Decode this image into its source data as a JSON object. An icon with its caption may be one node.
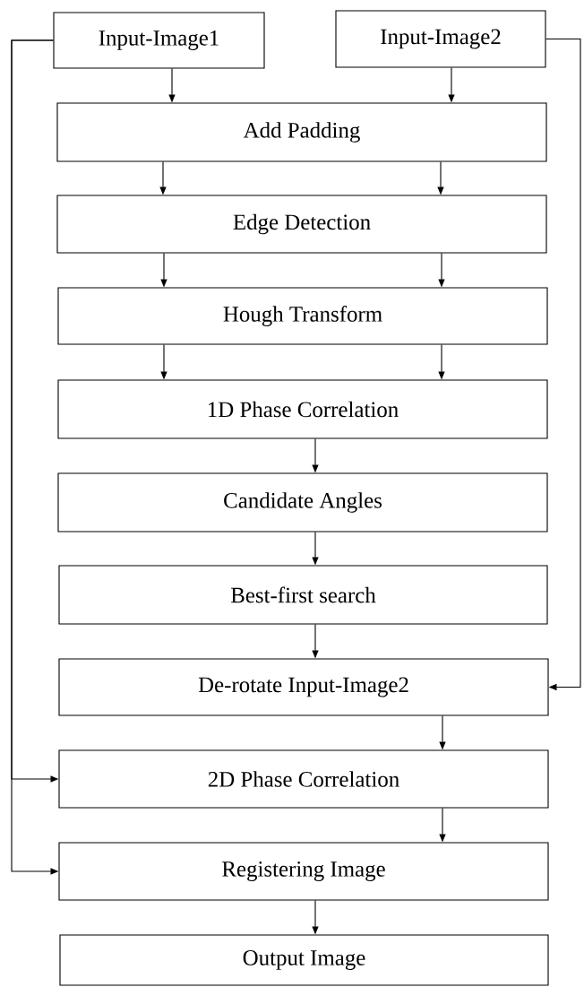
{
  "diagram": {
    "nodes": [
      {
        "text": [
          "Input-Image1"
        ]
      },
      {
        "text": [
          "Input-Image2"
        ]
      },
      {
        "text": [
          "Add Padding"
        ]
      },
      {
        "text": [
          "Edge Detection"
        ]
      },
      {
        "text": [
          "Hough Transform"
        ]
      },
      {
        "text": [
          "1D Phase Correlation"
        ]
      },
      {
        "text": [
          "Candidate Angles"
        ]
      },
      {
        "text": [
          "Best-first search"
        ]
      },
      {
        "text": [
          "De-rotate Input-Image2"
        ]
      },
      {
        "text": [
          "2D Phase Correlation"
        ]
      },
      {
        "text": [
          "Registering Image"
        ]
      },
      {
        "text": [
          "Output Image"
        ]
      }
    ],
    "edges": [
      {
        "from": 0,
        "to": 2,
        "arrow": "to"
      },
      {
        "from": 1,
        "to": 2,
        "arrow": "to"
      },
      {
        "from": 2,
        "to": 3,
        "arrow": "to"
      },
      {
        "from": 2,
        "to": 3,
        "arrow": "to"
      },
      {
        "from": 3,
        "to": 4,
        "arrow": "to"
      },
      {
        "from": 3,
        "to": 4,
        "arrow": "to"
      },
      {
        "from": 4,
        "to": 5,
        "arrow": "to"
      },
      {
        "from": 4,
        "to": 5,
        "arrow": "to"
      },
      {
        "from": 5,
        "to": 6,
        "arrow": "to"
      },
      {
        "from": 6,
        "to": 7,
        "arrow": "to"
      },
      {
        "from": 7,
        "to": 8,
        "arrow": "to"
      },
      {
        "from": 1,
        "to": 8,
        "arrow": "to"
      },
      {
        "from": 8,
        "to": 9,
        "arrow": "to"
      },
      {
        "from": 0,
        "to": 9,
        "arrow": "to"
      },
      {
        "from": 0,
        "to": 10,
        "arrow": "to"
      },
      {
        "from": 9,
        "to": 10,
        "arrow": "to"
      },
      {
        "from": 10,
        "to": 11,
        "arrow": "to"
      }
    ]
  }
}
